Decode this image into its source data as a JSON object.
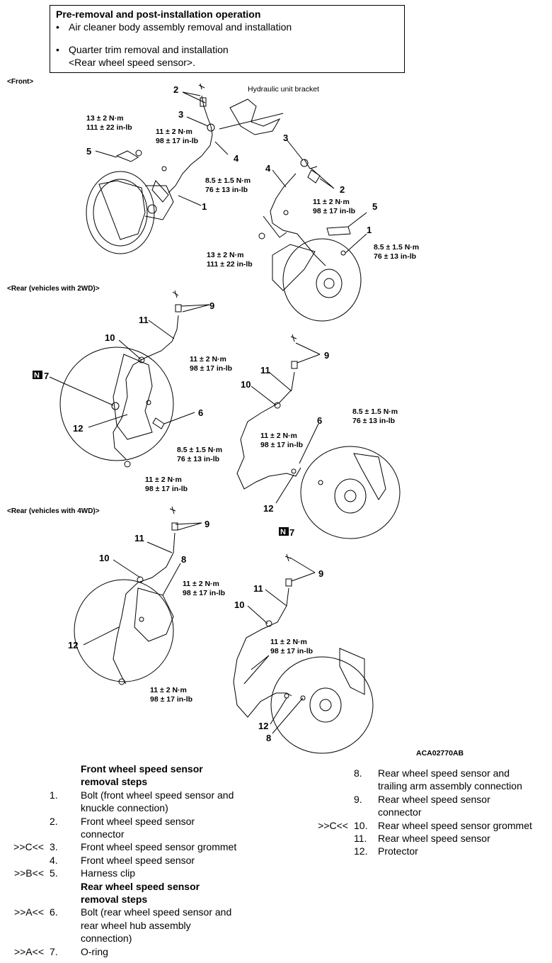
{
  "pre_box": {
    "title": "Pre-removal and post-installation operation",
    "items": [
      "Air cleaner body assembly removal and installation",
      "Quarter trim removal and installation",
      "<Rear wheel speed sensor>."
    ]
  },
  "figure": {
    "sections": [
      "<Front>",
      "<Rear (vehicles with 2WD)>",
      "<Rear (vehicles with 4WD)>"
    ],
    "hydraulic_label": "Hydraulic unit bracket",
    "torque": {
      "t13a": "13 ± 2 N·m",
      "t13b": "111 ± 22 in-lb",
      "t11a": "11 ± 2 N·m",
      "t11b": "98 ± 17 in-lb",
      "t85a": "8.5 ± 1.5 N·m",
      "t85b": "76 ± 13 in-lb"
    },
    "callouts": [
      "1",
      "2",
      "3",
      "4",
      "5",
      "6",
      "7",
      "8",
      "9",
      "10",
      "11",
      "12"
    ],
    "badge": "N",
    "figure_code": "ACA02770AB"
  },
  "front_steps": {
    "heading": [
      "Front wheel speed sensor",
      "removal steps"
    ],
    "items": [
      {
        "mark": "",
        "num": "1.",
        "text": [
          "Bolt (front wheel speed sensor and",
          "knuckle connection)"
        ]
      },
      {
        "mark": "",
        "num": "2.",
        "text": [
          "Front wheel speed sensor",
          "connector"
        ]
      },
      {
        "mark": ">>C<<",
        "num": "3.",
        "text": [
          "Front wheel speed sensor grommet"
        ]
      },
      {
        "mark": "",
        "num": "4.",
        "text": [
          "Front wheel speed sensor"
        ]
      },
      {
        "mark": ">>B<<",
        "num": "5.",
        "text": [
          "Harness clip"
        ]
      }
    ]
  },
  "rear_steps": {
    "heading": [
      "Rear wheel speed sensor",
      "removal steps"
    ],
    "items": [
      {
        "mark": ">>A<<",
        "num": "6.",
        "text": [
          "Bolt (rear wheel speed sensor and",
          "rear wheel hub assembly",
          "connection)"
        ]
      },
      {
        "mark": ">>A<<",
        "num": "7.",
        "text": [
          "O-ring"
        ]
      }
    ]
  },
  "right_steps": {
    "items": [
      {
        "mark": "",
        "num": "8.",
        "text": [
          "Rear wheel speed sensor and",
          "trailing arm assembly connection"
        ]
      },
      {
        "mark": "",
        "num": "9.",
        "text": [
          "Rear wheel speed sensor",
          "connector"
        ]
      },
      {
        "mark": ">>C<<",
        "num": "10.",
        "text": [
          "Rear wheel speed sensor grommet"
        ]
      },
      {
        "mark": "",
        "num": "11.",
        "text": [
          "Rear wheel speed sensor"
        ]
      },
      {
        "mark": "",
        "num": "12.",
        "text": [
          "Protector"
        ]
      }
    ]
  }
}
